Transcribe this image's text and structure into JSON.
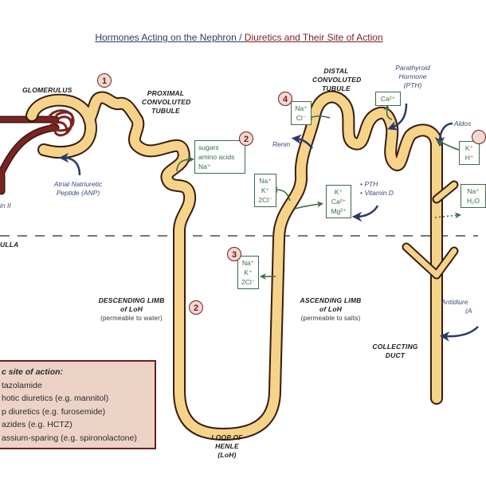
{
  "title": {
    "part1": "Hormones Acting on the Nephron / ",
    "part2": "Diuretics and Their Site of Action"
  },
  "colors": {
    "tubule_fill": "#f5d48a",
    "tubule_stroke": "#3a1a10",
    "vessel": "#7a2420",
    "box_green": "#3d6b47",
    "hormone_navy": "#2b3a67",
    "badge_border": "#6e1f1f",
    "badge_fill": "#f2d9cf",
    "legend_fill": "#ecd3c6"
  },
  "structures": {
    "glomerulus": "GLOMERULUS",
    "proximal": [
      "PROXIMAL",
      "CONVOLUTED",
      "TUBULE"
    ],
    "distal": [
      "DISTAL",
      "CONVOLUTED",
      "TUBULE"
    ],
    "descending": {
      "line1": "DESCENDING LIMB",
      "line2": "of LoH",
      "note": "(permeable to water)"
    },
    "ascending": {
      "line1": "ASCENDING LIMB",
      "line2": "of LoH",
      "note": "(permeable to salts)"
    },
    "loop": {
      "line1": "LOOP OF HENLE",
      "line2": "(LoH)"
    },
    "collecting": {
      "line1": "COLLECTING",
      "line2": "DUCT"
    },
    "medulla": "ULLA"
  },
  "hormones": {
    "anp": {
      "line1": "Atrial Natriuretic",
      "line2": "Peptide (ANP)"
    },
    "angiotensin": "in II",
    "pth": {
      "line1": "Parathyroid",
      "line2": "Hormone",
      "line3": "(PTH)"
    },
    "aldosterone": "Aldos",
    "renin": "Renin",
    "pth_vitd": {
      "line1": "• PTH",
      "line2": "• Vitamin D"
    },
    "adh": {
      "line1": "Antidiure",
      "line2": "(A"
    }
  },
  "boxes": {
    "proximal": [
      "sugars",
      "amino acids",
      "Na⁺"
    ],
    "distal_nacl": [
      "Na⁺",
      "Cl⁻"
    ],
    "ca_pth": [
      "Ca²⁺"
    ],
    "thick_ascending": [
      "Na⁺",
      "K⁺",
      "2Cl⁻"
    ],
    "ascending_cations": [
      "K⁺",
      "Ca²⁺",
      "Mg²⁺"
    ],
    "aldosterone": [
      "K⁺",
      "H⁺"
    ],
    "adh": [
      "Na⁺",
      "H₂O"
    ],
    "medullary_ascending": [
      "Na⁺",
      "K⁺",
      "2Cl⁻"
    ]
  },
  "badges": {
    "b1": "1",
    "b2_proximal": "2",
    "b2_descending": "2",
    "b3": "3",
    "b4": "4"
  },
  "legend": {
    "heading": "c site of action:",
    "items": [
      "tazolamide",
      "hotic diuretics (e.g. mannitol)",
      "p diuretics (e.g. furosemide)",
      "azides (e.g. HCTZ)",
      "assium-sparing (e.g. spironolactone)"
    ]
  }
}
